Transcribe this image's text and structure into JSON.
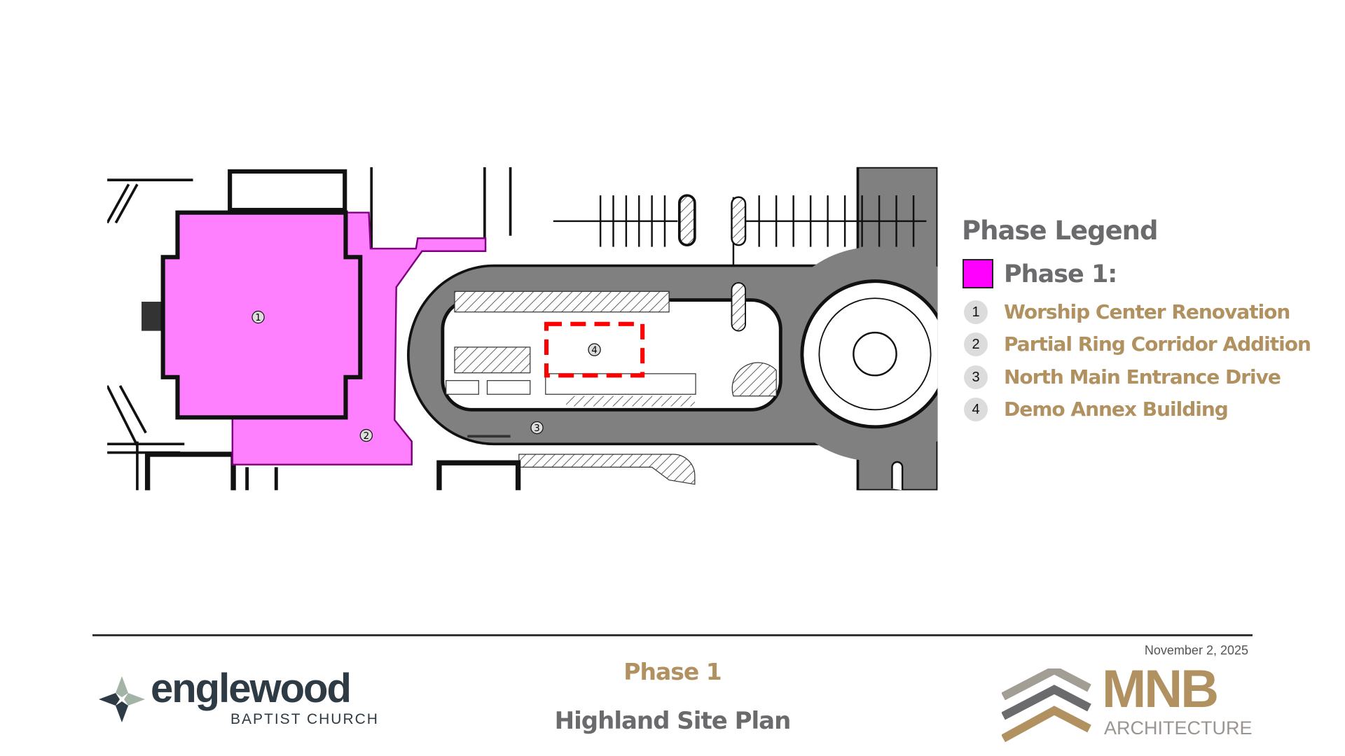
{
  "legend": {
    "title": "Phase Legend",
    "phase_label": "Phase 1:",
    "phase_color": "#ff00ff",
    "items": [
      {
        "num": "1",
        "label": "Worship Center Renovation"
      },
      {
        "num": "2",
        "label": "Partial Ring Corridor Addition"
      },
      {
        "num": "3",
        "label": "North Main Entrance Drive"
      },
      {
        "num": "4",
        "label": "Demo Annex Building"
      }
    ]
  },
  "map": {
    "markers": [
      "1",
      "2",
      "3",
      "4"
    ],
    "demo_color": "#ff0000",
    "road_color": "#808080"
  },
  "footer": {
    "date": "November 2, 2025",
    "phase": "Phase 1",
    "title": "Highland Site Plan",
    "client_logo": {
      "name": "englewood",
      "subtitle": "BAPTIST CHURCH"
    },
    "architect_logo": {
      "name": "MNB",
      "subtitle": "ARCHITECTURE"
    }
  },
  "colors": {
    "gold": "#b0915f",
    "gray": "#6b6b6e"
  }
}
